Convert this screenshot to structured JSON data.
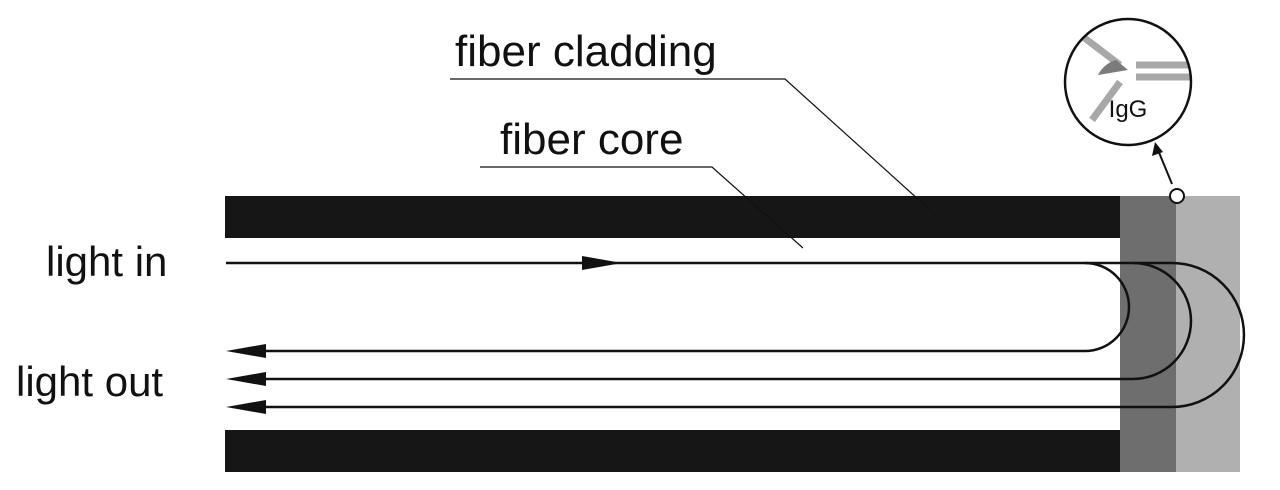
{
  "labels": {
    "fiber_cladding": "fiber cladding",
    "fiber_core": "fiber core",
    "light_in": "light in",
    "light_out": "light out",
    "igg": "IgG"
  },
  "colors": {
    "cladding": "#161616",
    "inner_layer": "#6e6e6e",
    "outer_layer": "#b0b0b0",
    "line": "#111111",
    "antibody_arm": "#a8a8a8",
    "antibody_core": "#7a7a7a"
  },
  "icons": {
    "antibody": "antibody-y-icon"
  }
}
